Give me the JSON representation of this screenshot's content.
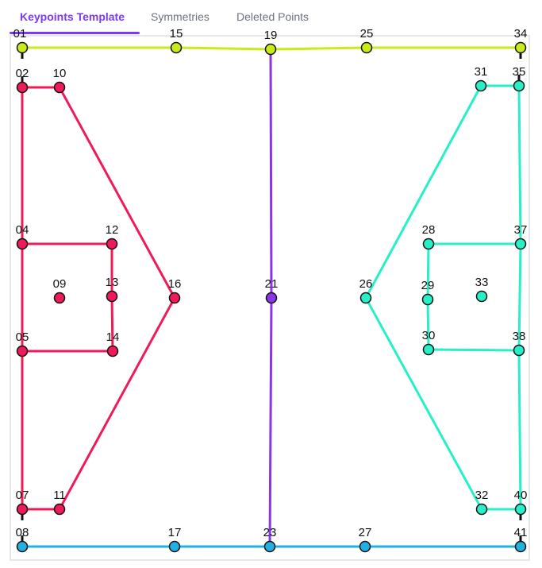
{
  "tabs": [
    {
      "label": "Keypoints Template",
      "active": true
    },
    {
      "label": "Symmetries",
      "active": false
    },
    {
      "label": "Deleted Points",
      "active": false
    }
  ],
  "colors": {
    "accent": "#7c3aed",
    "group_top": "#cbea1a",
    "group_left": "#ef1a5a",
    "group_center": "#8a35e8",
    "group_right": "#25f0c8",
    "group_bottom": "#21b0e0"
  },
  "keypoints": [
    {
      "id": "01",
      "group": "top"
    },
    {
      "id": "15",
      "group": "top"
    },
    {
      "id": "19",
      "group": "top"
    },
    {
      "id": "25",
      "group": "top"
    },
    {
      "id": "34",
      "group": "top"
    },
    {
      "id": "02",
      "group": "left"
    },
    {
      "id": "10",
      "group": "left"
    },
    {
      "id": "04",
      "group": "left"
    },
    {
      "id": "12",
      "group": "left"
    },
    {
      "id": "09",
      "group": "left"
    },
    {
      "id": "13",
      "group": "left"
    },
    {
      "id": "16",
      "group": "left"
    },
    {
      "id": "05",
      "group": "left"
    },
    {
      "id": "14",
      "group": "left"
    },
    {
      "id": "07",
      "group": "left"
    },
    {
      "id": "11",
      "group": "left"
    },
    {
      "id": "21",
      "group": "center"
    },
    {
      "id": "31",
      "group": "right"
    },
    {
      "id": "35",
      "group": "right"
    },
    {
      "id": "28",
      "group": "right"
    },
    {
      "id": "37",
      "group": "right"
    },
    {
      "id": "26",
      "group": "right"
    },
    {
      "id": "29",
      "group": "right"
    },
    {
      "id": "33",
      "group": "right"
    },
    {
      "id": "30",
      "group": "right"
    },
    {
      "id": "38",
      "group": "right"
    },
    {
      "id": "32",
      "group": "right"
    },
    {
      "id": "40",
      "group": "right"
    },
    {
      "id": "08",
      "group": "bottom"
    },
    {
      "id": "17",
      "group": "bottom"
    },
    {
      "id": "23",
      "group": "bottom"
    },
    {
      "id": "27",
      "group": "bottom"
    },
    {
      "id": "41",
      "group": "bottom"
    }
  ],
  "connections": [
    {
      "from": "01",
      "to": "15",
      "group": "top"
    },
    {
      "from": "15",
      "to": "19",
      "group": "top"
    },
    {
      "from": "19",
      "to": "25",
      "group": "top"
    },
    {
      "from": "25",
      "to": "34",
      "group": "top"
    },
    {
      "from": "02",
      "to": "10",
      "group": "left"
    },
    {
      "from": "10",
      "to": "16",
      "group": "left"
    },
    {
      "from": "16",
      "to": "11",
      "group": "left"
    },
    {
      "from": "11",
      "to": "07",
      "group": "left"
    },
    {
      "from": "02",
      "to": "04",
      "group": "left"
    },
    {
      "from": "04",
      "to": "05",
      "group": "left"
    },
    {
      "from": "05",
      "to": "07",
      "group": "left"
    },
    {
      "from": "04",
      "to": "12",
      "group": "left"
    },
    {
      "from": "12",
      "to": "13",
      "group": "left"
    },
    {
      "from": "13",
      "to": "14",
      "group": "left"
    },
    {
      "from": "05",
      "to": "14",
      "group": "left"
    },
    {
      "from": "19",
      "to": "21",
      "group": "center"
    },
    {
      "from": "21",
      "to": "23",
      "group": "center"
    },
    {
      "from": "35",
      "to": "31",
      "group": "right"
    },
    {
      "from": "31",
      "to": "26",
      "group": "right"
    },
    {
      "from": "26",
      "to": "32",
      "group": "right"
    },
    {
      "from": "32",
      "to": "40",
      "group": "right"
    },
    {
      "from": "35",
      "to": "37",
      "group": "right"
    },
    {
      "from": "37",
      "to": "38",
      "group": "right"
    },
    {
      "from": "38",
      "to": "40",
      "group": "right"
    },
    {
      "from": "28",
      "to": "37",
      "group": "right"
    },
    {
      "from": "28",
      "to": "29",
      "group": "right"
    },
    {
      "from": "29",
      "to": "30",
      "group": "right"
    },
    {
      "from": "30",
      "to": "38",
      "group": "right"
    },
    {
      "from": "08",
      "to": "17",
      "group": "bottom"
    },
    {
      "from": "17",
      "to": "23",
      "group": "bottom"
    },
    {
      "from": "23",
      "to": "27",
      "group": "bottom"
    },
    {
      "from": "27",
      "to": "41",
      "group": "bottom"
    }
  ]
}
